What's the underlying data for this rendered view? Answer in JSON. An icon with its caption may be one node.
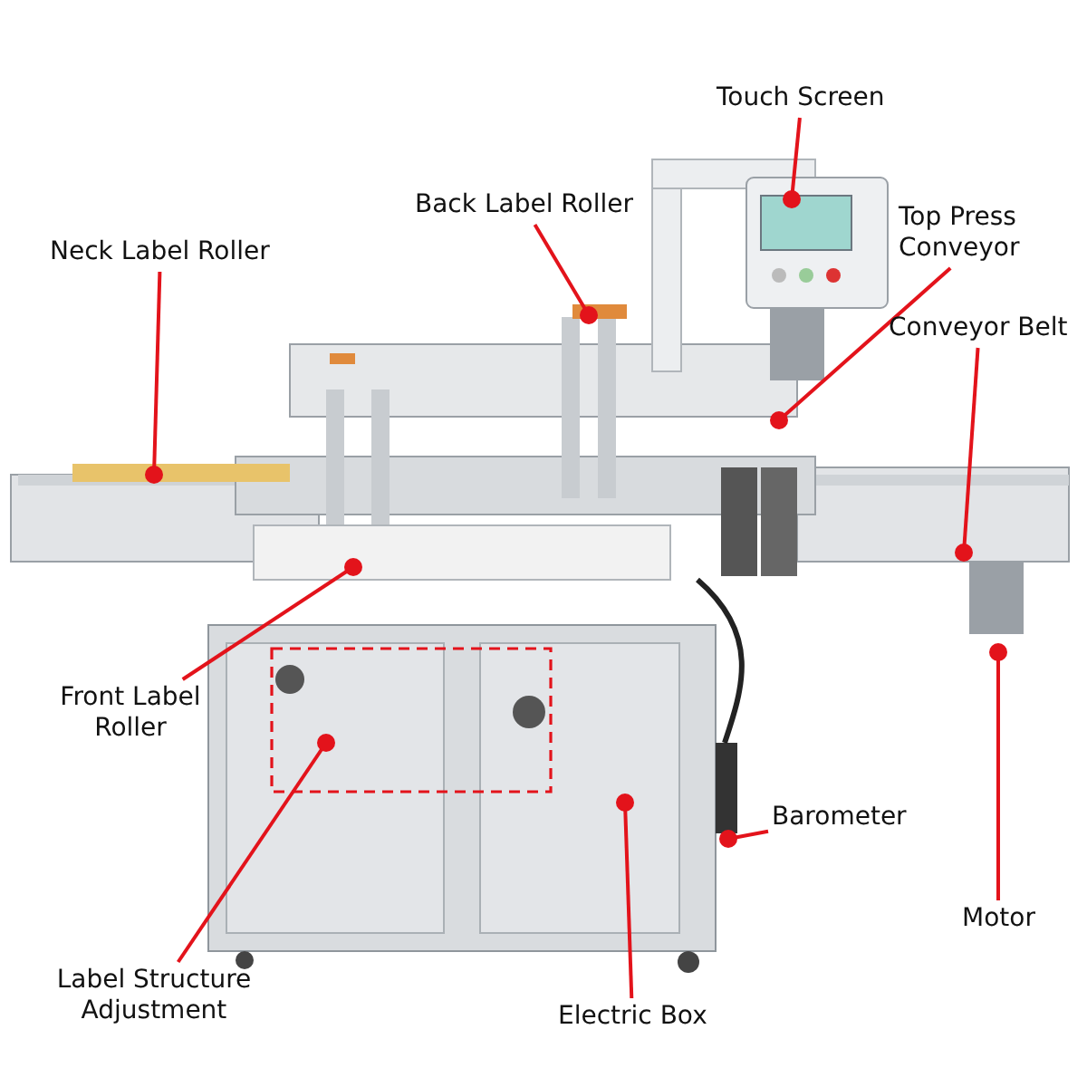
{
  "diagram": {
    "nodes": [
      {
        "text": [
          "Touch Screen"
        ]
      },
      {
        "text": [
          "Back Label Roller"
        ]
      },
      {
        "text": [
          "Top Press Conveyor"
        ]
      },
      {
        "text": [
          "Neck Label Roller"
        ]
      },
      {
        "text": [
          "Conveyor Belt"
        ]
      },
      {
        "text": [
          "Front Label Roller"
        ]
      },
      {
        "text": [
          "Barometer"
        ]
      },
      {
        "text": [
          "Motor"
        ]
      },
      {
        "text": [
          "Label Structure Adjustment"
        ]
      },
      {
        "text": [
          "Electric Box"
        ]
      }
    ],
    "edges": [
      {
        "from": 0,
        "to": null,
        "arrow": "other"
      },
      {
        "from": 1,
        "to": null,
        "arrow": "other"
      },
      {
        "from": 2,
        "to": null,
        "arrow": "other"
      },
      {
        "from": 3,
        "to": null,
        "arrow": "other"
      },
      {
        "from": 4,
        "to": null,
        "arrow": "other"
      },
      {
        "from": 5,
        "to": null,
        "arrow": "other"
      },
      {
        "from": 6,
        "to": null,
        "arrow": "other"
      },
      {
        "from": 7,
        "to": null,
        "arrow": "other"
      },
      {
        "from": 8,
        "to": null,
        "arrow": "other"
      },
      {
        "from": 9,
        "to": null,
        "arrow": "other"
      }
    ]
  }
}
